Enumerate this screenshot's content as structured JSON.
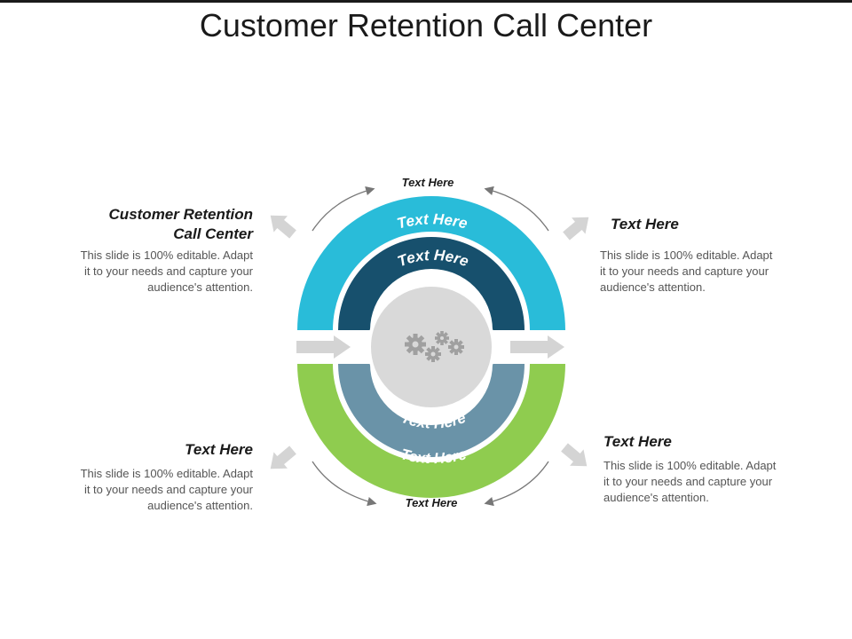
{
  "title": "Customer Retention Call Center",
  "colors": {
    "outer_top": "#29bcd9",
    "inner_top": "#17506d",
    "outer_bottom": "#8fcc4f",
    "inner_bottom": "#6a93a8",
    "center": "#d9d9d9",
    "gears": "#a0a0a0",
    "arrows": "#d4d4d4",
    "ring_text": "#ffffff"
  },
  "diagram": {
    "outer_top_label": "Text Here",
    "inner_top_label": "Text Here",
    "inner_bottom_label": "Text Here",
    "outer_bottom_label": "Text Here",
    "top_label": "Text Here",
    "bottom_label": "Text Here",
    "center_icon": "gears-icon"
  },
  "blocks": {
    "top_left": {
      "heading_line1": "Customer Retention",
      "heading_line2": "Call Center",
      "body": [
        "This slide is 100% editable. Adapt",
        "it to your needs and capture your",
        "audience's attention."
      ]
    },
    "top_right": {
      "heading": "Text Here",
      "body": [
        "This slide is 100% editable. Adapt",
        "it to your needs and capture your",
        "audience's attention."
      ]
    },
    "bottom_left": {
      "heading": "Text Here",
      "body": [
        "This slide is 100% editable. Adapt",
        "it to your needs and capture your",
        "audience's attention."
      ]
    },
    "bottom_right": {
      "heading": "Text Here",
      "body": [
        "This slide is 100% editable. Adapt",
        "it to your needs and capture your",
        "audience's attention."
      ]
    }
  }
}
